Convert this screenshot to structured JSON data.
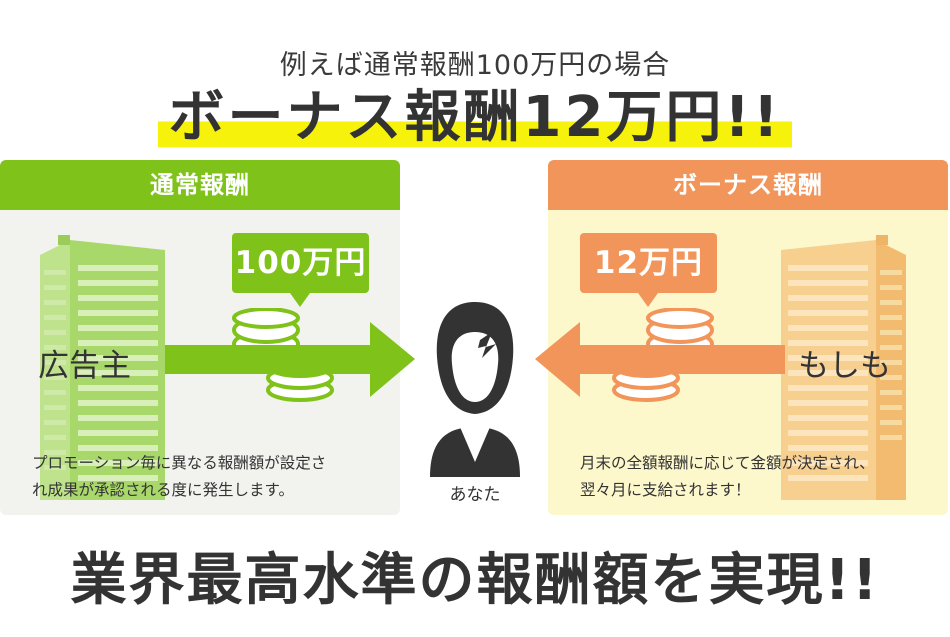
{
  "header": {
    "subtitle": "例えば通常報酬100万円の場合",
    "headline": "ボーナス報酬12万円!!"
  },
  "left_panel": {
    "title": "通常報酬",
    "amount": "100万円",
    "building_label": "広告主",
    "description_line1": "プロモーション毎に異なる報酬額が設定さ",
    "description_line2": "れ成果が承認される度に発生します。",
    "color": "#7fc21a",
    "building_color": "#a9d86a"
  },
  "right_panel": {
    "title": "ボーナス報酬",
    "amount": "12万円",
    "building_label": "もしも",
    "description_line1": "月末の全額報酬に応じて金額が決定され、",
    "description_line2": "翌々月に支給されます！",
    "color": "#f2955a",
    "building_color": "#f7cf8f"
  },
  "center": {
    "person_label": "あなた",
    "icon": "user-silhouette-icon"
  },
  "footer": {
    "tagline": "業界最高水準の報酬額を実現!!"
  }
}
